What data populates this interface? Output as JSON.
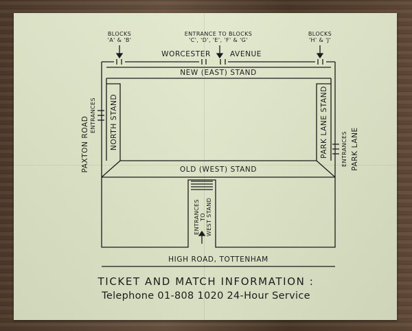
{
  "streets": {
    "north": "WORCESTER",
    "north_suffix": "AVENUE",
    "south": "HIGH ROAD, TOTTENHAM",
    "west": "PAXTON ROAD",
    "east": "PARK LANE"
  },
  "stands": {
    "east": "NEW (EAST) STAND",
    "west": "OLD (WEST) STAND",
    "north": "NORTH STAND",
    "south": "PARK LANE STAND"
  },
  "entrances": {
    "blocks_ab": {
      "line1": "BLOCKS",
      "line2": "'A' & 'B'"
    },
    "blocks_cdefg": {
      "line1": "ENTRANCE TO BLOCKS",
      "line2": "'C', 'D', 'E', 'F' & 'G'"
    },
    "blocks_hj": {
      "line1": "BLOCKS",
      "line2": "'H' & 'J'"
    },
    "paxton_entrances": "ENTRANCES",
    "park_lane_entrances": "ENTRANCES",
    "west_stand_entrances": {
      "line1": "ENTRANCES",
      "line2": "TO",
      "line3": "WEST STAND"
    }
  },
  "footer": {
    "heading": "TICKET AND MATCH INFORMATION :",
    "telephone": "Telephone 01-808 1020 24-Hour Service"
  },
  "colors": {
    "paper": "#dfe6c7",
    "ink": "#1b1b1b"
  }
}
